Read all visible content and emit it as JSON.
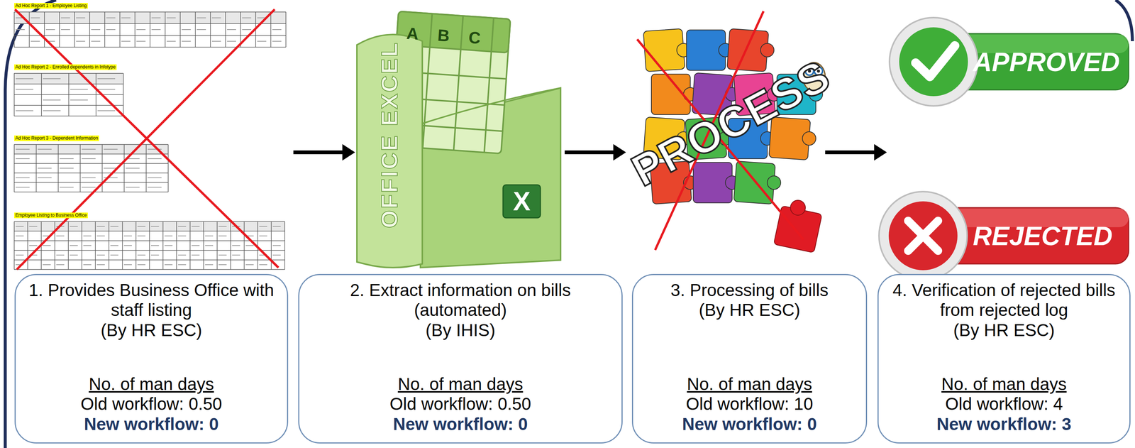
{
  "diagram": {
    "nodes": [
      {
        "text": [
          "1. Provides Business Office with staff listing",
          "(By HR ESC)",
          "No. of man days",
          "Old workflow: 0.50",
          "New workflow: 0"
        ]
      },
      {
        "text": [
          "2. Extract information on bills (automated)",
          "(By IHIS)",
          "No. of man days",
          "Old workflow: 0.50",
          "New workflow: 0"
        ]
      },
      {
        "text": [
          "3. Processing of bills",
          "(By HR ESC)",
          "No. of man days",
          "Old workflow: 10",
          "New workflow: 0"
        ]
      },
      {
        "text": [
          "4. Verification of rejected bills from rejected log",
          "(By HR ESC)",
          "No. of man days",
          "Old workflow: 4",
          "New workflow: 3"
        ]
      }
    ],
    "edges": [
      {
        "from": 0,
        "to": 1,
        "arrow": "to"
      },
      {
        "from": 1,
        "to": 2,
        "arrow": "to"
      },
      {
        "from": 2,
        "to": 3,
        "arrow": "to"
      }
    ],
    "labels": [
      "Ad Hoc Report 1 - Employee Listing",
      "Ad Hoc Report 2 - Enrolled dependents in Infotype",
      "Ad Hoc Report 3 - Dependent Information",
      "Employee Listing to Business Office",
      "A",
      "B",
      "C",
      "OFFICE EXCEL",
      "X",
      "PROCESS",
      "APPROVED",
      "REJECTED"
    ]
  }
}
